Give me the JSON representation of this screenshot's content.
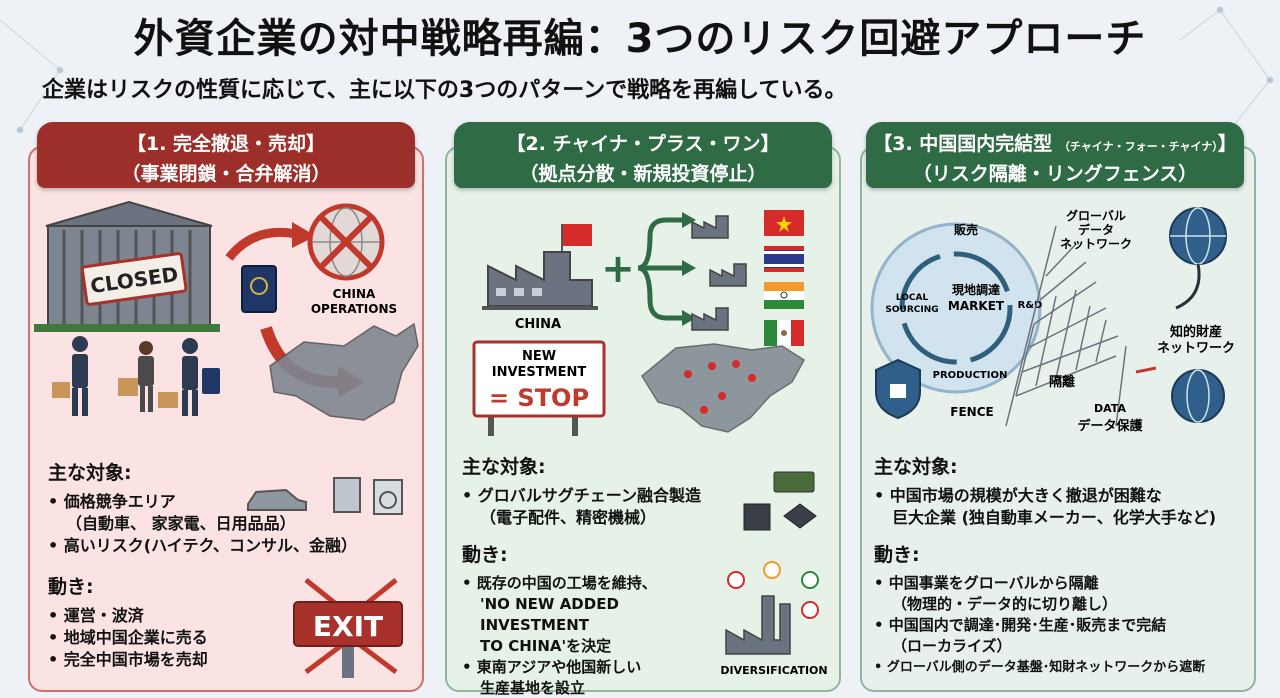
{
  "title": "外資企業の対中戦略再編：3つのリスク回避アプローチ",
  "subtitle": "企業はリスクの性質に応じて、主に以下の3つのパターンで戦略を再編している。",
  "panels": [
    {
      "tab_line1": "【1. 完全撤退・売却】",
      "tab_line2": "（事業閉鎖・合弁解消）",
      "illustration": {
        "closed_sign": "CLOSED",
        "china_ops": [
          "CHINA",
          "OPERATIONS"
        ],
        "exit_sign": "EXIT"
      },
      "targets_heading": "主な対象:",
      "targets": [
        "• 価格競争エリア",
        "（自動車、 家家電、日用品品）",
        "• 高いリスク(ハイテク、コンサル、金融）"
      ],
      "moves_heading": "動き:",
      "moves": [
        "• 運営・波済",
        "• 地域中国企業に売る",
        "• 完全中国市場を売却"
      ]
    },
    {
      "tab_line1": "【2. チャイナ・プラス・ワン】",
      "tab_line2": "（拠点分散・新規投資停止）",
      "illustration": {
        "china_label": "CHINA",
        "stop_sign": [
          "NEW",
          "INVESTMENT",
          "= STOP"
        ],
        "diversification": "DIVERSIFICATION"
      },
      "targets_heading": "主な対象:",
      "targets": [
        "• グロバルサグチェーン融合製造",
        "（電子配件、精密機械）"
      ],
      "moves_heading": "動き:",
      "moves": [
        "• 既存の中国の工場を維持、",
        "'NO NEW ADDED INVESTMENT",
        "TO CHINA'を決定",
        "• 東南アジアや他国新しい",
        "生産基地を設立"
      ]
    },
    {
      "tab_line1": "【3. 中国国内完結型",
      "tab_line1_small": "（チャイナ・フォー・チャイナ）",
      "tab_line1_end": "】",
      "tab_line2": "（リスク隔離・リングフェンス）",
      "illustration": {
        "sales": "販売",
        "local_sourcing": [
          "LOCAL",
          "SOURCING"
        ],
        "center": [
          "現地調達",
          "MARKET"
        ],
        "rd": "R&D",
        "production": "PRODUCTION",
        "fence": "FENCE",
        "global_data": [
          "グローバル",
          "データ",
          "ネットワーク"
        ],
        "ip_network": [
          "知的財産",
          "ネットワーク"
        ],
        "isolation": "隔離",
        "data": [
          "DATA",
          "データ保護"
        ]
      },
      "targets_heading": "主な対象:",
      "targets": [
        "• 中国市場の規模が大きく撤退が困難な",
        "巨大企業 (独自動車メーカー、化学大手など)"
      ],
      "moves_heading": "動き:",
      "moves": [
        "• 中国事業をグローバルから隔離",
        "（物理的・データ的に切り離し）",
        "• 中国国内で調達･開発･生産･販売まで完結",
        "（ローカライズ）",
        "• グローバル側のデータ基盤･知財ネットワークから遮断"
      ]
    }
  ],
  "colors": {
    "red_tab": "#9c2f29",
    "green_tab": "#2f6b45",
    "panel1_bg": "#fbe3e3",
    "panel2_bg": "#e6f2e8",
    "panel3_bg": "#e8f0ec"
  }
}
